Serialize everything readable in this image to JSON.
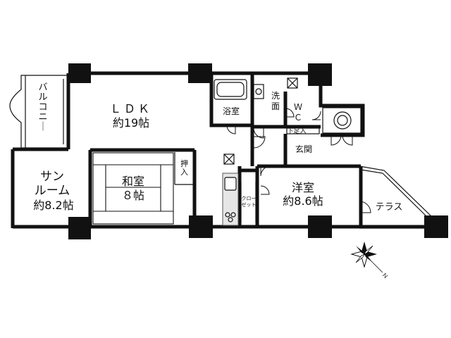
{
  "rooms": {
    "ldk_name": "ＬＤＫ",
    "ldk_size": "約19帖",
    "balcony": "バルコニー",
    "sunroom_l1": "サン",
    "sunroom_l2": "ルーム",
    "sunroom_size": "約8.2帖",
    "washitsu_name": "和室",
    "washitsu_size": "８帖",
    "oshiire": "押入",
    "bath": "浴室",
    "senmen_1": "洗",
    "senmen_2": "面",
    "wc_1": "Ｗ",
    "wc_2": "Ｃ",
    "shitabako": "下足入",
    "genkan": "玄関",
    "yoshitsu_name": "洋室",
    "yoshitsu_size": "約8.6帖",
    "closet": "クローゼット",
    "terrace": "テラス",
    "north": "Ｎ"
  },
  "icons": [
    "compass-rose-icon"
  ],
  "colors": {
    "wall": "#111111",
    "fixture": "#e6e6e6",
    "background": "#ffffff"
  }
}
